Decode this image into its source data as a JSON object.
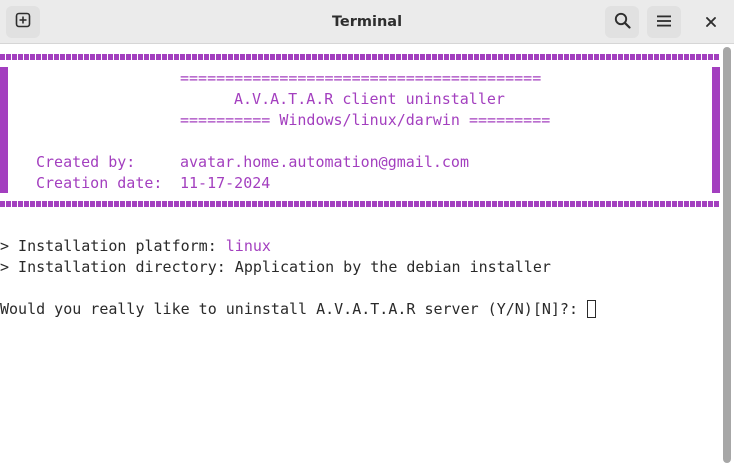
{
  "window": {
    "title": "Terminal"
  },
  "icons": {
    "new_tab": "new-tab-icon",
    "search": "search-icon",
    "menu": "hamburger-menu-icon",
    "close": "close-icon"
  },
  "colors": {
    "accent": "#a33fbf",
    "text": "#2a2a2a",
    "background": "#ffffff",
    "headerbar": "#ebebeb"
  },
  "terminal": {
    "banner": {
      "rule_top": "========================================",
      "heading": "A.V.A.T.A.R client uninstaller",
      "rule_platforms": "========== Windows/linux/darwin =========",
      "created_by_label": "Created by:",
      "created_by_value": "avatar.home.automation@gmail.com",
      "creation_date_label": "Creation date:",
      "creation_date_value": "11-17-2024"
    },
    "platform_prefix": "> Installation platform: ",
    "platform_value": "linux",
    "directory_line": "> Installation directory: Application by the debian installer",
    "prompt": "Would you really like to uninstall A.V.A.T.A.R server (Y/N)[N]?: "
  }
}
